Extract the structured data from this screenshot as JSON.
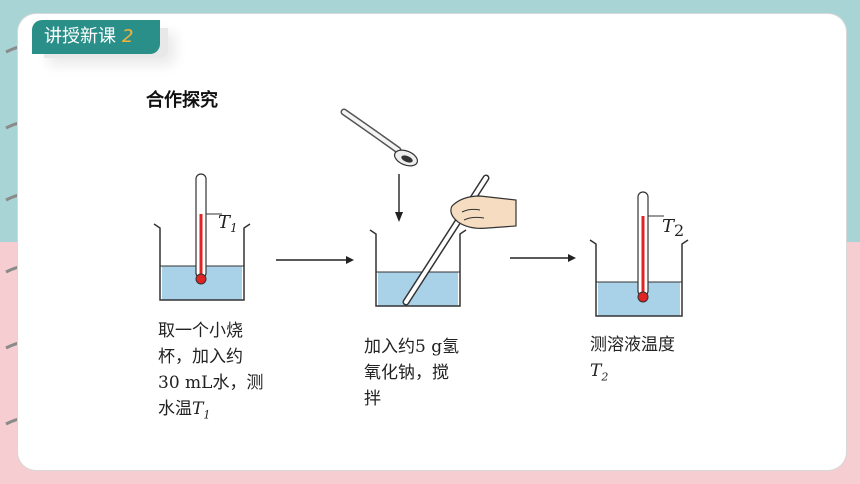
{
  "header": {
    "badge_label": "讲授新课",
    "badge_number": "2"
  },
  "section_title": "合作探究",
  "labels": {
    "temp1_var": "T",
    "temp1_sub": "1",
    "temp2_var": "T",
    "temp2_sub": "2"
  },
  "steps": [
    {
      "line1": "取一个小烧",
      "line2": "杯，加入约",
      "line3": "30 mL水，测",
      "line4": "水温",
      "var": "T",
      "sub": "1"
    },
    {
      "line1": "加入约5 g氢",
      "line2": "氧化钠，搅",
      "line3": "拌"
    },
    {
      "line1": "测溶液温度",
      "var": "T",
      "sub": "2"
    }
  ],
  "colors": {
    "accent": "#2b8f89",
    "number": "#f3b23a",
    "water": "#a9d2e8",
    "thermo_red": "#e02424"
  }
}
